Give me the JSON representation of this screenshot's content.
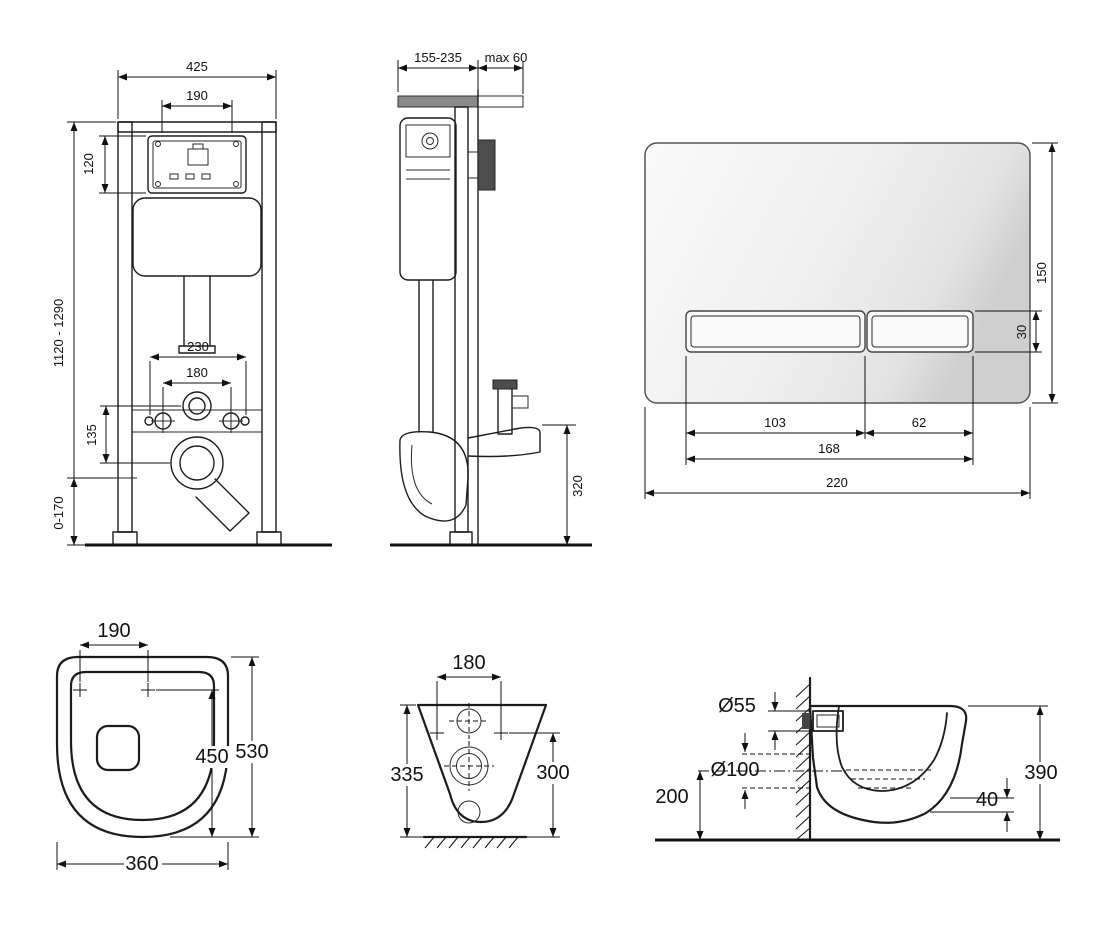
{
  "views": {
    "frame_front": {
      "width_total": "425",
      "access_width": "190",
      "access_height": "120",
      "height_range": "1120 - 1290",
      "fixing_spacing": "230",
      "bolt_spacing": "180",
      "outlet_drop": "135",
      "foot_adjust": "0-170"
    },
    "frame_side": {
      "depth_range": "155-235",
      "max_offset": "max 60",
      "outlet_height": "320"
    },
    "flush_plate": {
      "height": "150",
      "button_height": "30",
      "button_large_width": "103",
      "button_small_width": "62",
      "buttons_width": "168",
      "width": "220"
    },
    "bowl_top": {
      "fixing_spacing": "190",
      "depth_to_holes": "450",
      "depth_total": "530",
      "width": "360"
    },
    "bowl_front": {
      "fixing_spacing": "180",
      "height_back": "335",
      "height_front": "300"
    },
    "bowl_side": {
      "inlet_diameter": "Ø55",
      "outlet_diameter": "Ø100",
      "outlet_height": "200",
      "depth": "390",
      "rim_drop": "40"
    }
  }
}
